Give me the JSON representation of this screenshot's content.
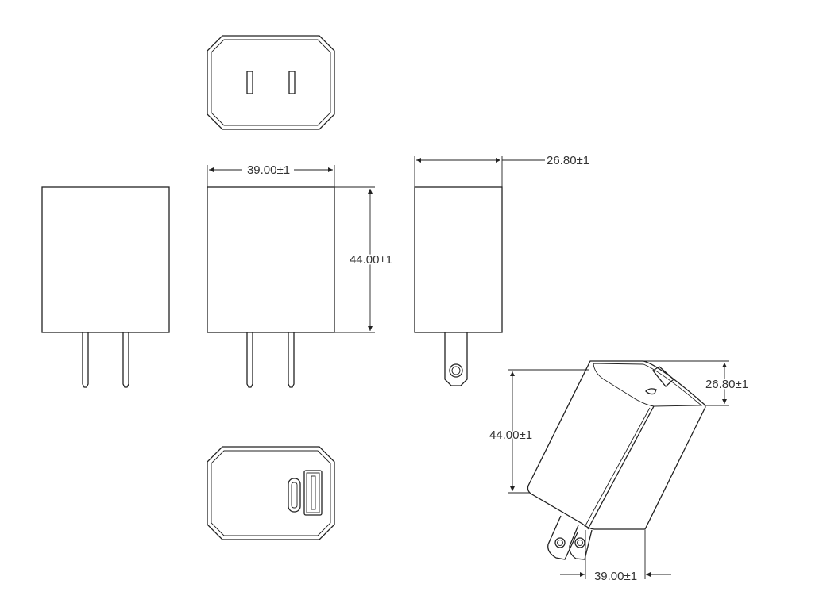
{
  "dimensions": {
    "front_width": "39.00±1",
    "front_height": "44.00±1",
    "side_depth": "26.80±1",
    "iso_height": "44.00±1",
    "iso_depth": "26.80±1",
    "iso_width": "39.00±1"
  }
}
